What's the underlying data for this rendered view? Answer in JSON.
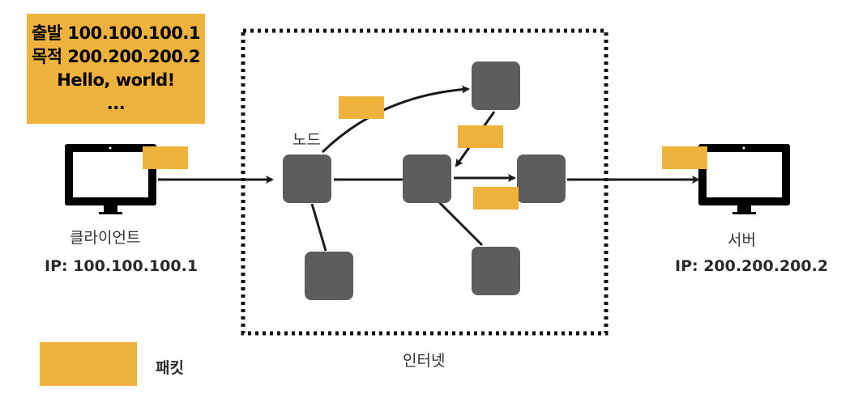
{
  "packet_info": {
    "source": "출발 100.100.100.1",
    "destination": "목적 200.200.200.2",
    "payload": "Hello, world!",
    "ellipsis": "..."
  },
  "client": {
    "label": "클라이언트",
    "ip": "IP: 100.100.100.1"
  },
  "server": {
    "label": "서버",
    "ip": "IP: 200.200.200.2"
  },
  "node_label": "노드",
  "internet_label": "인터넷",
  "legend": {
    "label": "패킷"
  },
  "colors": {
    "packet": "#efb23d",
    "node": "#5d5d5d",
    "line": "#1a1a1a"
  }
}
